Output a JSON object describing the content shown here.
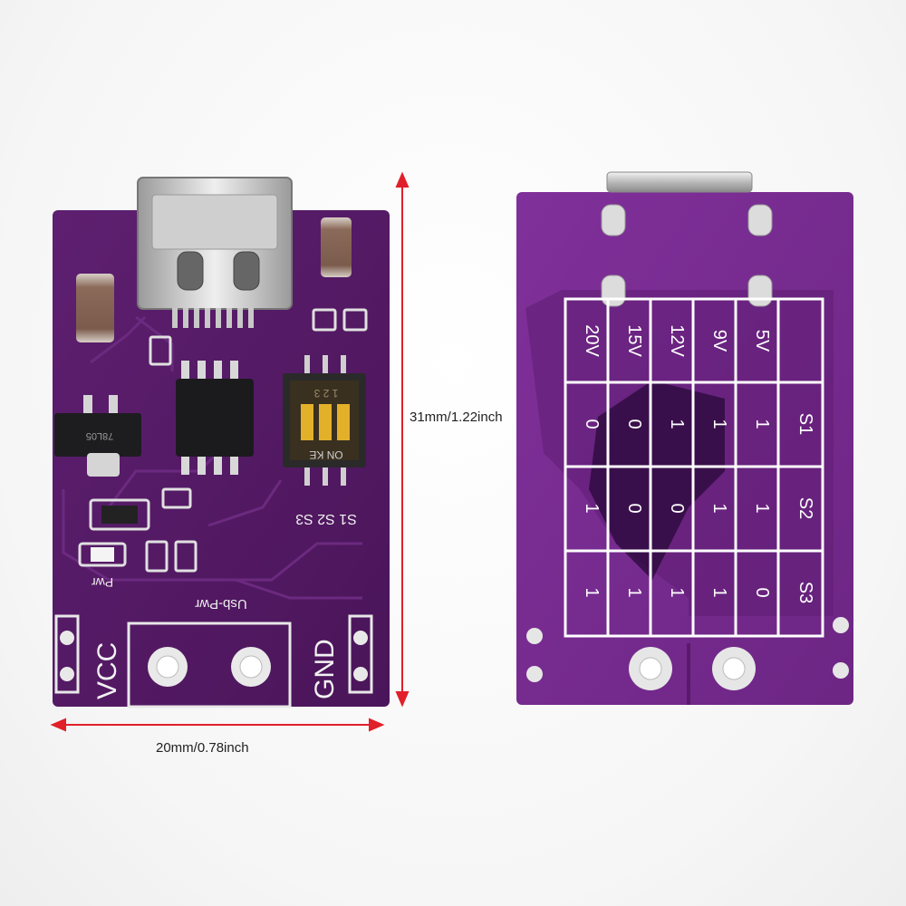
{
  "dimensions": {
    "width_label": "20mm/0.78inch",
    "height_label": "31mm/1.22inch",
    "arrow_color": "#e0202a"
  },
  "front_board": {
    "board_color": "#5a1c6b",
    "dip_switch": {
      "numbers": "1 2 3",
      "on_label": "ON KE",
      "switch_labels": "S1 S2 S3"
    },
    "silkscreen": {
      "pwr": "Pwr",
      "usb_pwr": "Usb-Pwr",
      "vcc": "VCC",
      "gnd": "GND",
      "regulator_marking": "78L05"
    }
  },
  "back_board": {
    "board_color": "#7a2b8f",
    "voltage_table": {
      "voltages": [
        "20V",
        "15V",
        "12V",
        "9V",
        "5V"
      ],
      "rows": [
        {
          "label": "S1",
          "values": [
            "0",
            "0",
            "1",
            "1",
            "1"
          ]
        },
        {
          "label": "S2",
          "values": [
            "1",
            "0",
            "0",
            "1",
            "1"
          ]
        },
        {
          "label": "S3",
          "values": [
            "1",
            "1",
            "1",
            "1",
            "0"
          ]
        }
      ]
    }
  }
}
